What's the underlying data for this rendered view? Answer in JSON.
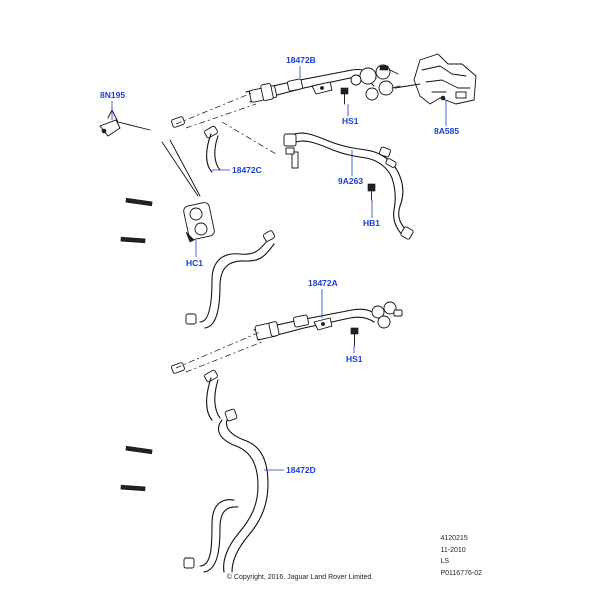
{
  "callouts": {
    "c18472B": "18472B",
    "c8N195": "8N195",
    "cHS1_top": "HS1",
    "c8A585": "8A585",
    "c18472C": "18472C",
    "c9A263": "9A263",
    "cHB1": "HB1",
    "cHC1": "HC1",
    "c18472A": "18472A",
    "cHS1_mid": "HS1",
    "c18472D": "18472D"
  },
  "footer": {
    "code": "4120215",
    "date": "11-2010",
    "region": "LS",
    "illustration_id": "P0116776-02",
    "copyright": "© Copyright, 2016. Jaguar Land Rover Limited."
  },
  "colors": {
    "callout": "#1a3fd1",
    "line": "#111111",
    "background": "#ffffff"
  }
}
